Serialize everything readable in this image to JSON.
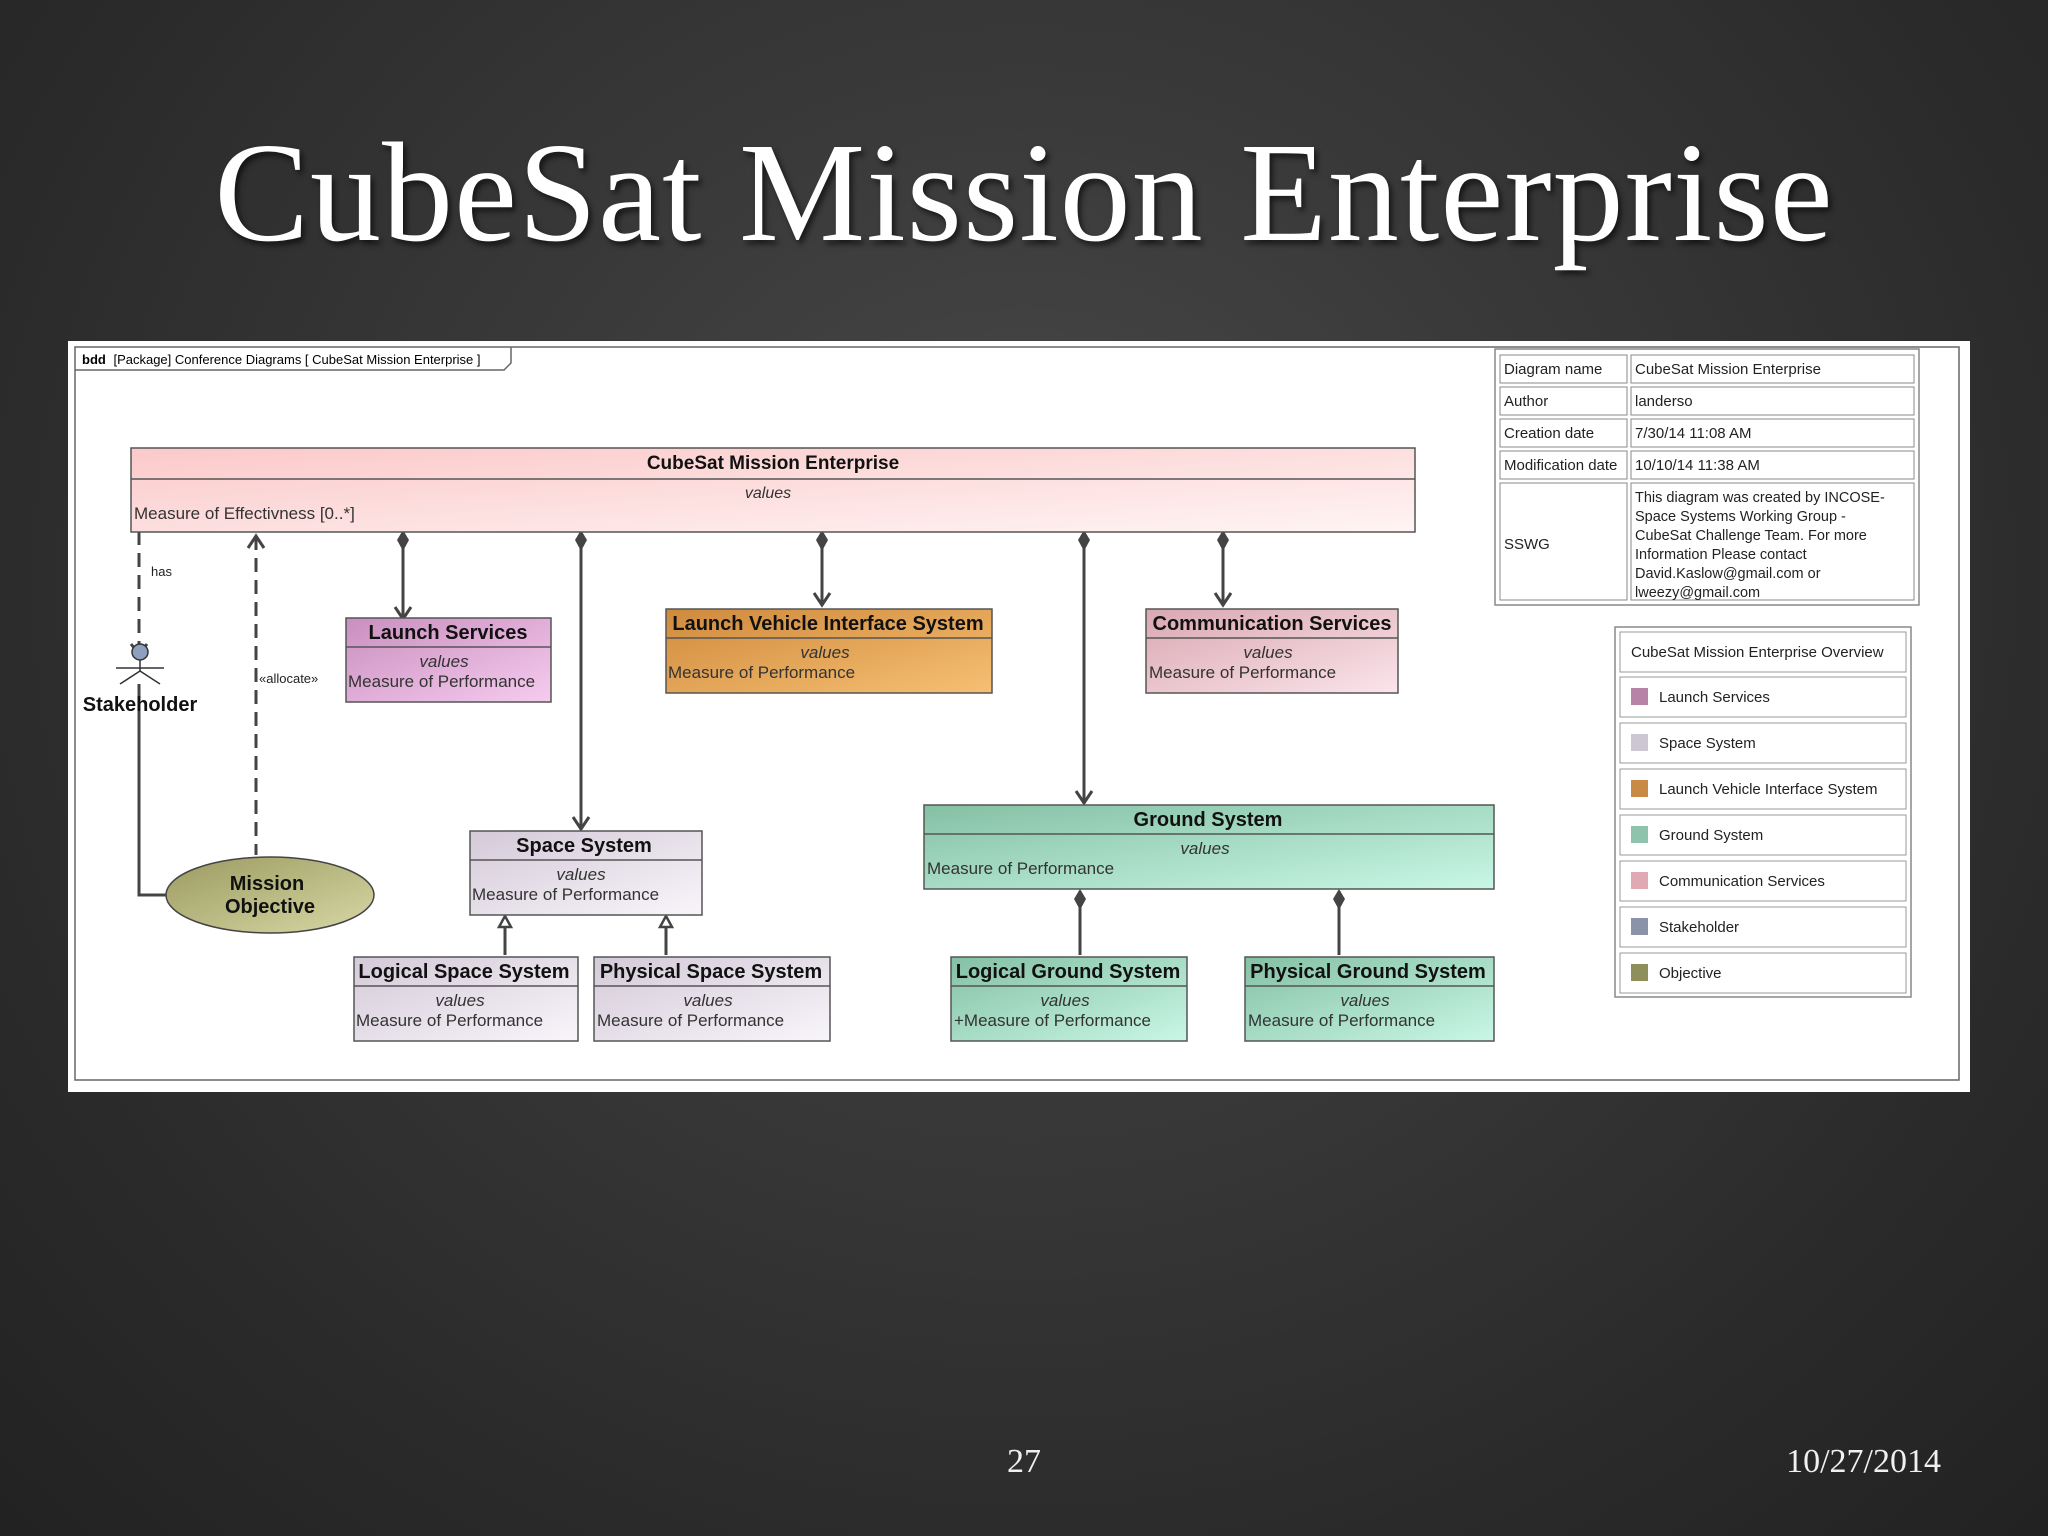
{
  "slide": {
    "title": "CubeSat Mission Enterprise",
    "page_number": "27",
    "date": "10/27/2014"
  },
  "frame": {
    "kind": "bdd",
    "label": "[Package] Conference Diagrams [ CubeSat Mission Enterprise ]"
  },
  "info_table": {
    "rows": [
      {
        "key": "Diagram name",
        "value": "CubeSat Mission Enterprise"
      },
      {
        "key": "Author",
        "value": "landerso"
      },
      {
        "key": "Creation date",
        "value": "7/30/14 11:08 AM"
      },
      {
        "key": "Modification date",
        "value": "10/10/14 11:38 AM"
      }
    ],
    "sswg_key": "SSWG",
    "sswg_lines": [
      "This diagram was created by INCOSE-",
      "Space Systems Working Group -",
      "CubeSat Challenge Team. For more",
      "Information Please contact",
      "David.Kaslow@gmail.com or",
      "lweezy@gmail.com"
    ]
  },
  "legend": {
    "title": "CubeSat Mission Enterprise Overview",
    "items": [
      {
        "label": "Launch Services",
        "color": "#b784a7"
      },
      {
        "label": "Space System",
        "color": "#cdc6d3"
      },
      {
        "label": "Launch Vehicle Interface System",
        "color": "#c88a45"
      },
      {
        "label": "Ground System",
        "color": "#8fc3ad"
      },
      {
        "label": "Communication Services",
        "color": "#e0a9b3"
      },
      {
        "label": "Stakeholder",
        "color": "#8b93a8"
      },
      {
        "label": "Objective",
        "color": "#8f8f5c"
      }
    ]
  },
  "blocks": {
    "enterprise": {
      "name": "CubeSat Mission Enterprise",
      "compartment": "values",
      "property": "Measure of Effectivness [0..*]"
    },
    "launch_services": {
      "name": "Launch Services",
      "compartment": "values",
      "property": "Measure of Performance"
    },
    "lvis": {
      "name": "Launch Vehicle Interface System",
      "compartment": "values",
      "property": "Measure of Performance"
    },
    "comm": {
      "name": "Communication Services",
      "compartment": "values",
      "property": "Measure of Performance"
    },
    "space": {
      "name": "Space System",
      "compartment": "values",
      "property": "Measure of Performance"
    },
    "ground": {
      "name": "Ground System",
      "compartment": "values",
      "property": "Measure of Performance"
    },
    "logical_space": {
      "name": "Logical Space System",
      "compartment": "values",
      "property": "Measure of Performance"
    },
    "physical_space": {
      "name": "Physical Space System",
      "compartment": "values",
      "property": "Measure of Performance"
    },
    "logical_ground": {
      "name": "Logical Ground System",
      "compartment": "values",
      "property": "+Measure of Performance"
    },
    "physical_ground": {
      "name": "Physical Ground System",
      "compartment": "values",
      "property": "Measure of Performance"
    }
  },
  "actor": {
    "name": "Stakeholder"
  },
  "objective": {
    "line1": "Mission",
    "line2": "Objective"
  },
  "relations": {
    "has": "has",
    "allocate": "«allocate»"
  }
}
